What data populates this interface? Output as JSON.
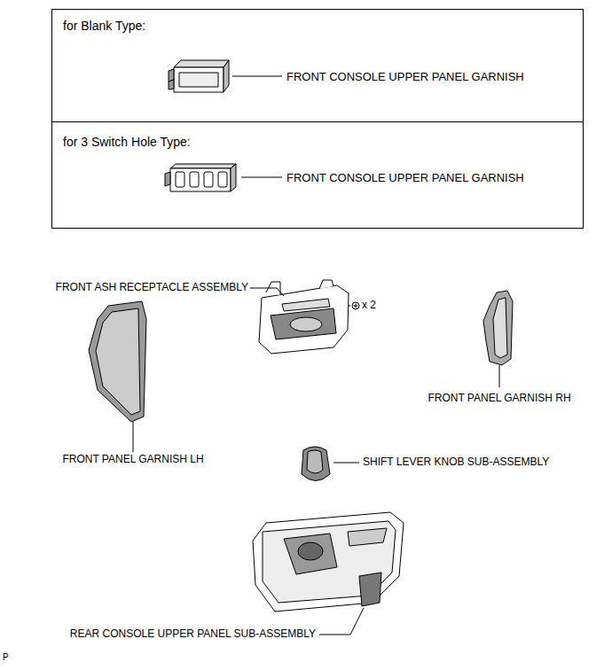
{
  "diagram": {
    "nodes": [
      {
        "text": [
          "for Blank Type:",
          "FRONT CONSOLE UPPER PANEL GARNISH"
        ]
      },
      {
        "text": [
          "for 3 Switch Hole Type:",
          "FRONT CONSOLE UPPER PANEL GARNISH"
        ]
      }
    ],
    "labels": [
      "FRONT ASH RECEPTACLE ASSEMBLY",
      "x 2",
      "FRONT PANEL GARNISH RH",
      "FRONT PANEL GARNISH LH",
      "SHIFT LEVER KNOB SUB-ASSEMBLY",
      "REAR CONSOLE UPPER PANEL SUB-ASSEMBLY",
      "P"
    ]
  }
}
